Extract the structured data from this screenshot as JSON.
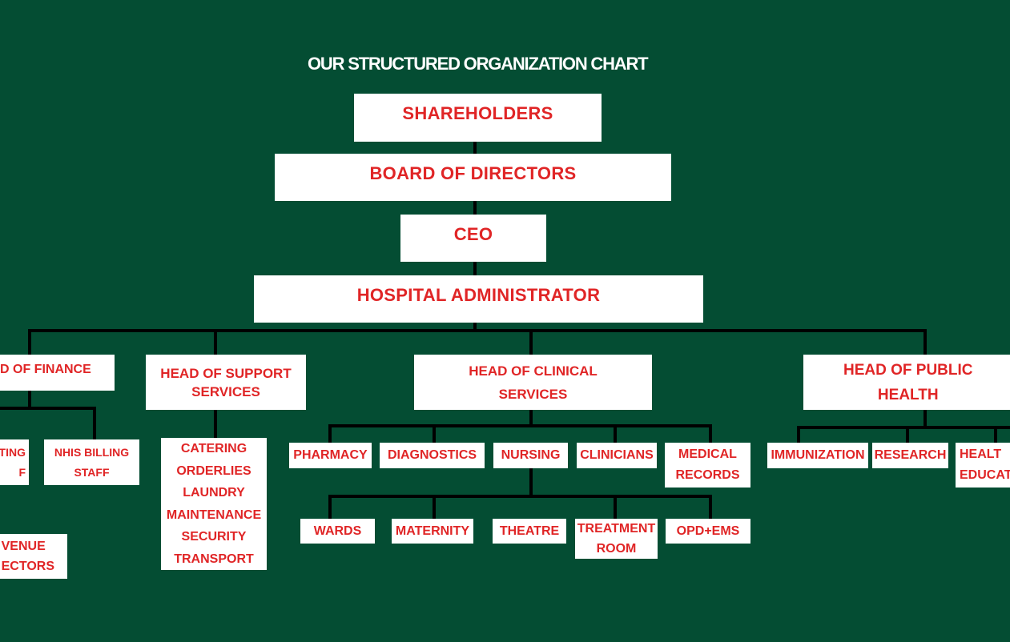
{
  "title": "OUR STRUCTURED ORGANIZATION CHART",
  "colors": {
    "background": "#044d33",
    "box": "#ffffff",
    "box_text": "#e02526",
    "connector": "#000000"
  },
  "levels": {
    "shareholders": "SHAREHOLDERS",
    "board": "BOARD OF DIRECTORS",
    "ceo": "CEO",
    "administrator": "HOSPITAL ADMINISTRATOR"
  },
  "heads": {
    "finance": "D OF FINANCE",
    "support": "HEAD OF SUPPORT\nSERVICES",
    "clinical": "HEAD OF CLINICAL\nSERVICES",
    "public_health": "HEAD OF PUBLIC\nHEALTH"
  },
  "finance_units": {
    "accounting": "TING\nF",
    "nhis": "NHIS BILLING\nSTAFF",
    "revenue": "VENUE\nECTORS"
  },
  "support_units": "CATERING\nORDERLIES\nLAUNDRY\nMAINTENANCE\nSECURITY\nTRANSPORT",
  "clinical_units": [
    "PHARMACY",
    "DIAGNOSTICS",
    "NURSING",
    "CLINICIANS",
    "MEDICAL\nRECORDS"
  ],
  "nursing_units": [
    "WARDS",
    "MATERNITY",
    "THEATRE",
    "TREATMENT\nROOM",
    "OPD+EMS"
  ],
  "public_health_units": [
    "IMMUNIZATION",
    "RESEARCH",
    "HEALT\nEDUCAT"
  ]
}
